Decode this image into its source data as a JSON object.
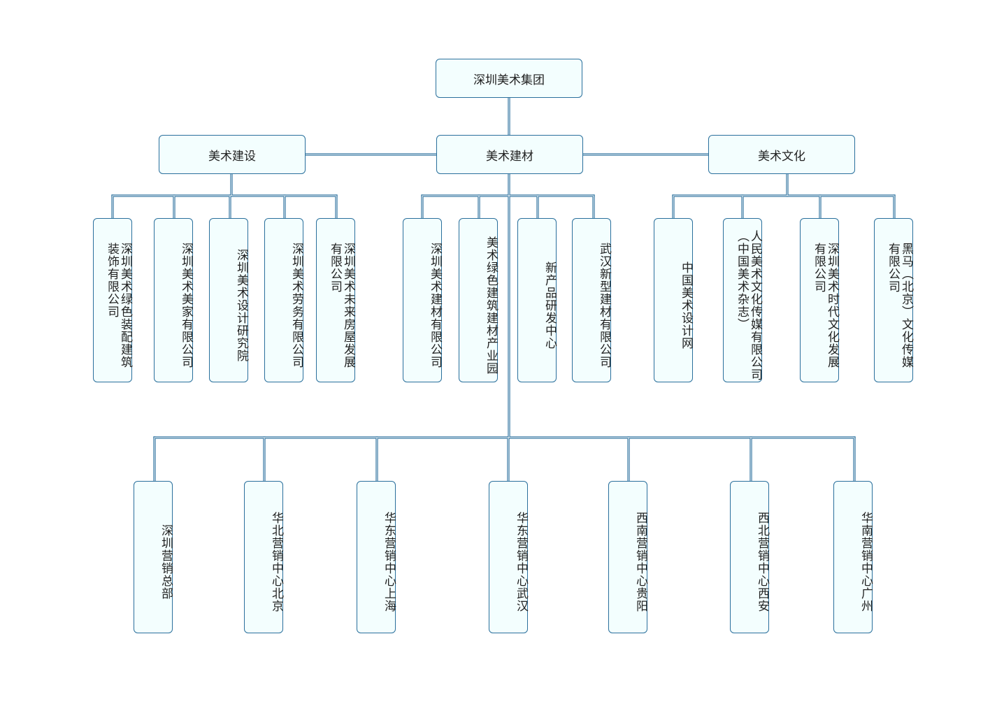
{
  "colors": {
    "line": "#2a6f9c",
    "node_fill": "#f3fefe",
    "node_border": "#2a6f9c"
  },
  "root": "深圳美术集团",
  "branches": [
    {
      "label": "美术建设",
      "children": [
        "深圳美术绿色装配建筑\n装饰有限公司",
        "深圳美术美家有限公司",
        "深圳美术设计研究院",
        "深圳美术劳务有限公司",
        "深圳美术未来房屋发展\n有限公司"
      ]
    },
    {
      "label": "美术建材",
      "children": [
        "深圳美术建材有限公司",
        "美术绿色建筑建材产业园",
        "新产品研发中心",
        "武汉新型建材有限公司"
      ],
      "sales": [
        "深圳营销总部",
        "华北营销中心北京",
        "华东营销中心上海",
        "华东营销中心武汉",
        "西南营销中心贵阳",
        "西北营销中心西安",
        "华南营销中心广州"
      ]
    },
    {
      "label": "美术文化",
      "children": [
        "中国美术设计网",
        "人民美术文化传媒有限公司\n（中国美术杂志）",
        "深圳美术时代文化发展\n有限公司",
        "黑马（北京）文化传媒\n有限公司"
      ]
    }
  ]
}
